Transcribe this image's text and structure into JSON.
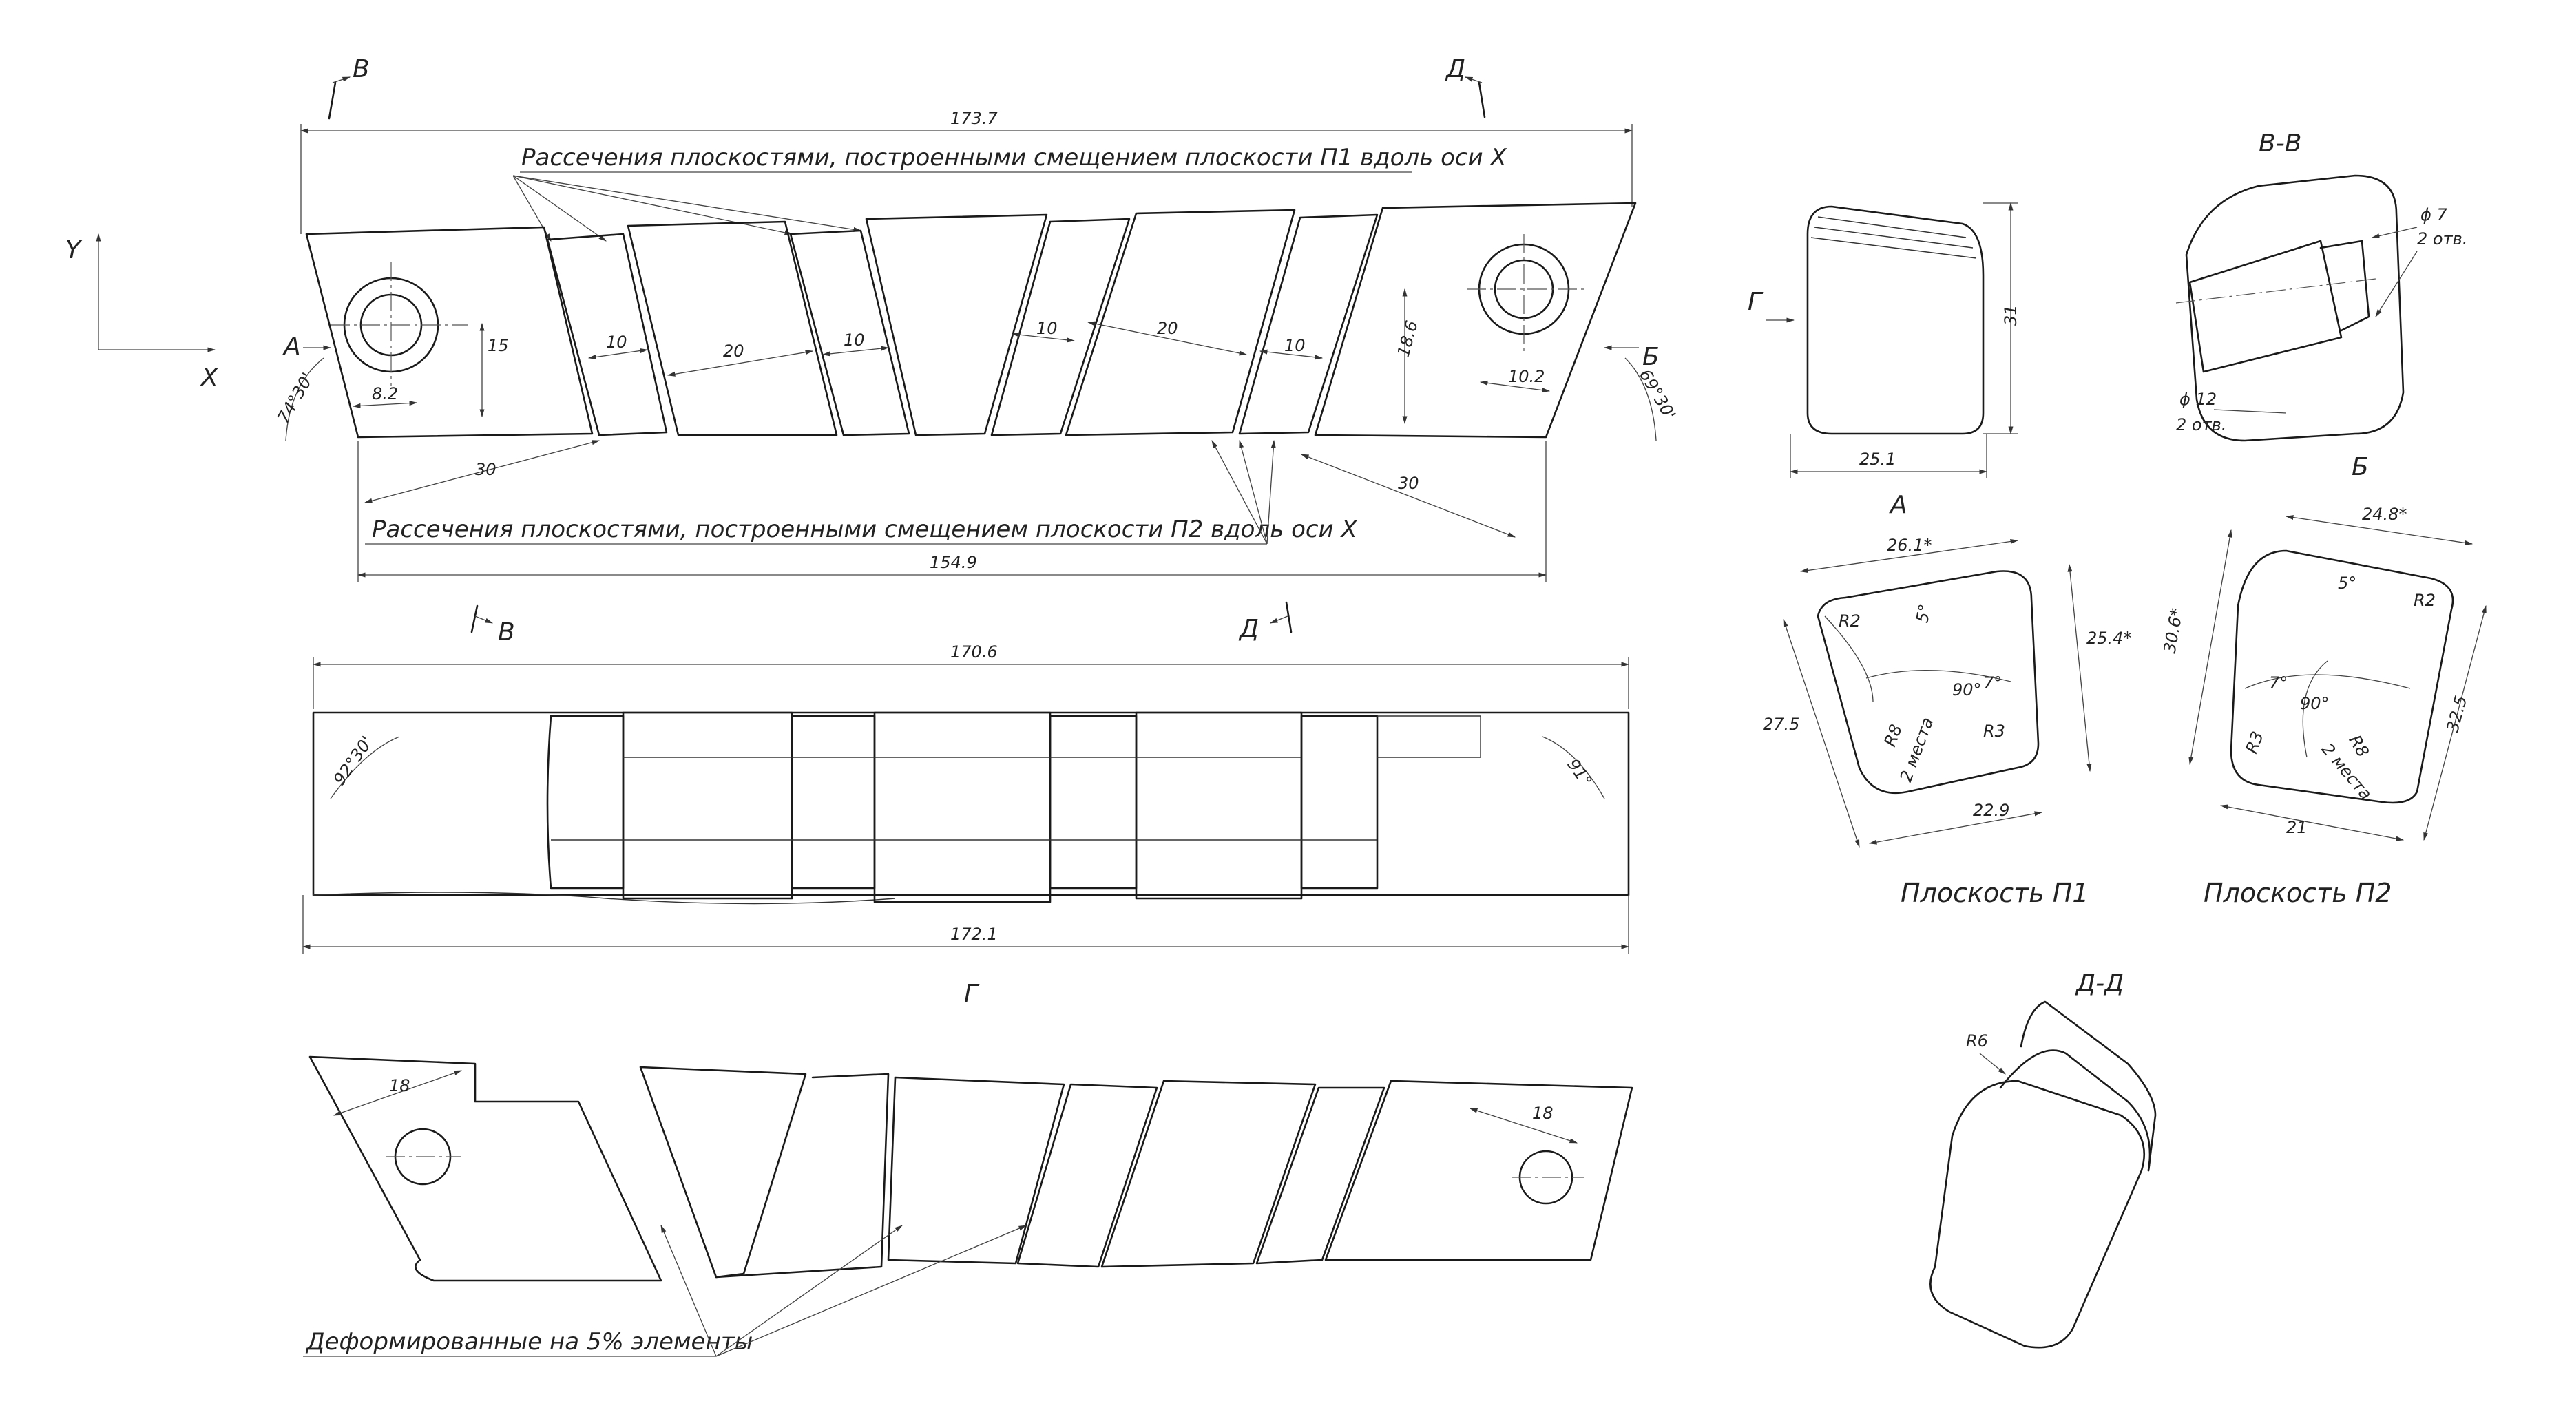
{
  "sections": {
    "b_top": "В",
    "d_top": "Д",
    "b_mid": "В",
    "d_mid": "Д",
    "g_view": "Г",
    "a_view": "А",
    "b_side": "Б",
    "g_arrow": "Г",
    "a_arrow": "А",
    "b_arrow": "Б"
  },
  "axes": {
    "y": "Y",
    "x": "X"
  },
  "notes": {
    "top_cut_p1": "Рассечения плоскостями, построенными смещением плоскости П1 вдоль оси Х",
    "bottom_cut_p2": "Рассечения плоскостями, построенными смещением плоскости П2 вдоль оси Х",
    "deformed": "Деформированные на 5% элементы"
  },
  "top_view_dims": {
    "overall_top": "173.7",
    "overall_bottom": "154.9",
    "angle_left": "74°30'",
    "angle_right": "69°30'",
    "hole_offset_left": "8.2",
    "hole_height_left": "15",
    "seg_10a": "10",
    "seg_20a": "20",
    "seg_10b": "10",
    "seg_10c": "10",
    "seg_20b": "20",
    "seg_10d": "10",
    "hole_height_right": "18.6",
    "hole_offset_right": "10.2",
    "bottom_30_left": "30",
    "bottom_30_right": "30"
  },
  "front_view_dims": {
    "overall_top": "170.6",
    "overall_bottom": "172.1",
    "angle_left": "92°30'",
    "angle_right": "91°"
  },
  "g_view_dims": {
    "left_18": "18",
    "right_18": "18"
  },
  "section_g": {
    "height": "31",
    "width": "25.1"
  },
  "section_bb": {
    "title": "В-В",
    "phi7": "ϕ 7",
    "phi7_count": "2 отв.",
    "phi12": "ϕ 12",
    "phi12_count": "2 отв."
  },
  "plane_p1": {
    "title": "А",
    "caption": "Плоскость П1",
    "top": "26.1*",
    "right": "25.4*",
    "left": "27.5",
    "bottom": "22.9",
    "r2": "R2",
    "r3": "R3",
    "r8": "R8",
    "r8_count": "2 места",
    "a90": "90°",
    "a7": "7°",
    "a5": "5°"
  },
  "plane_p2": {
    "title": "Б",
    "caption": "Плоскость П2",
    "top": "24.8*",
    "left": "30.6*",
    "right": "32.5",
    "bottom": "21",
    "r2": "R2",
    "r3": "R3",
    "r8": "R8",
    "r8_count": "2 места",
    "a90": "90°",
    "a7": "7°",
    "a5": "5°"
  },
  "section_dd": {
    "title": "Д-Д",
    "r6": "R6"
  }
}
